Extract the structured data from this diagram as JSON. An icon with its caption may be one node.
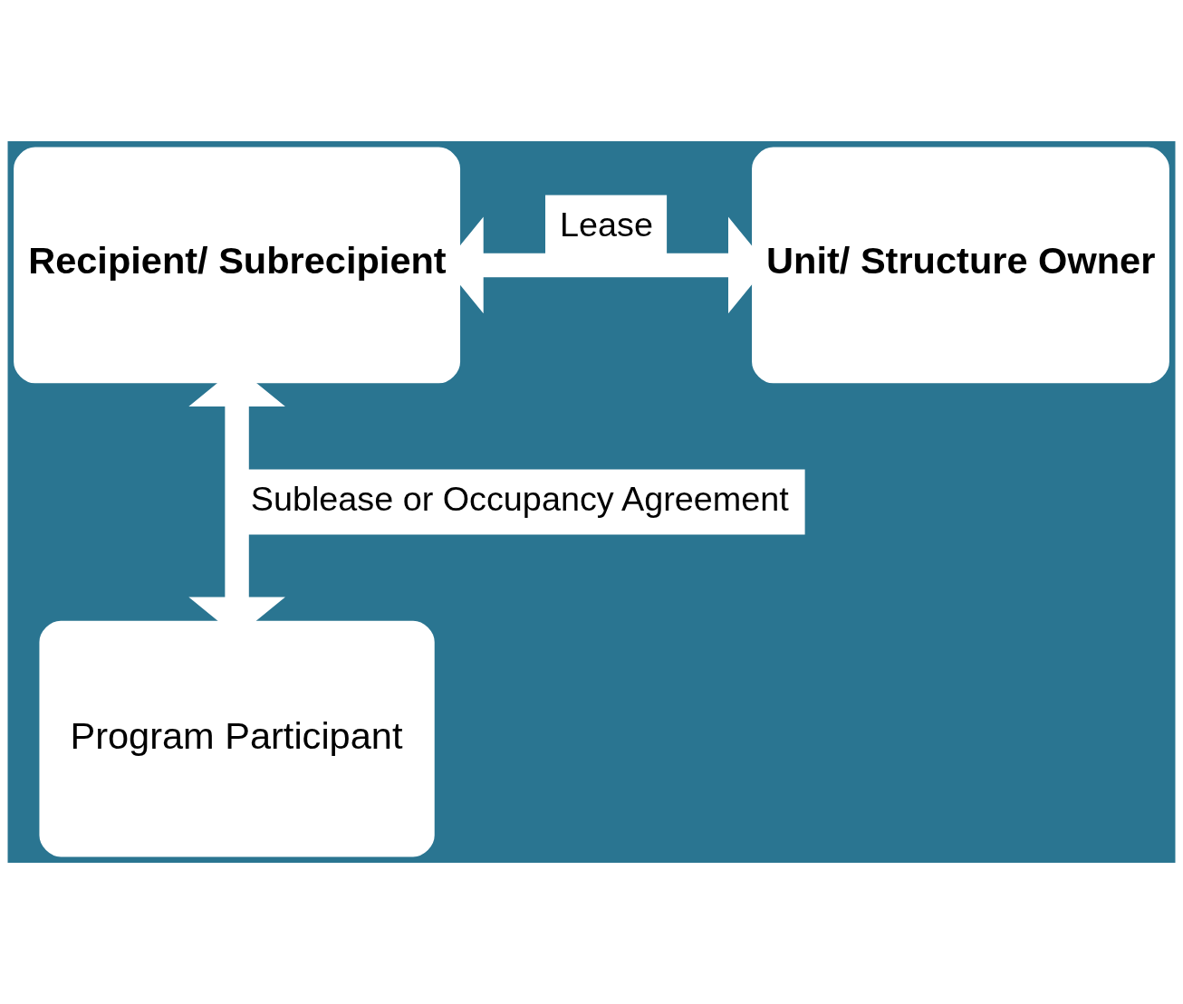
{
  "diagram": {
    "nodes": [
      {
        "text": [
          "Recipient/ Subrecipient"
        ]
      },
      {
        "text": [
          "Unit/ Structure Owner"
        ]
      },
      {
        "text": [
          "Program Participant"
        ]
      }
    ],
    "edges": [
      {
        "from": 0,
        "to": 1,
        "arrow": "both",
        "label": "Lease"
      },
      {
        "from": 0,
        "to": 2,
        "arrow": "both",
        "label": "Sublease or Occupancy Agreement"
      }
    ]
  }
}
